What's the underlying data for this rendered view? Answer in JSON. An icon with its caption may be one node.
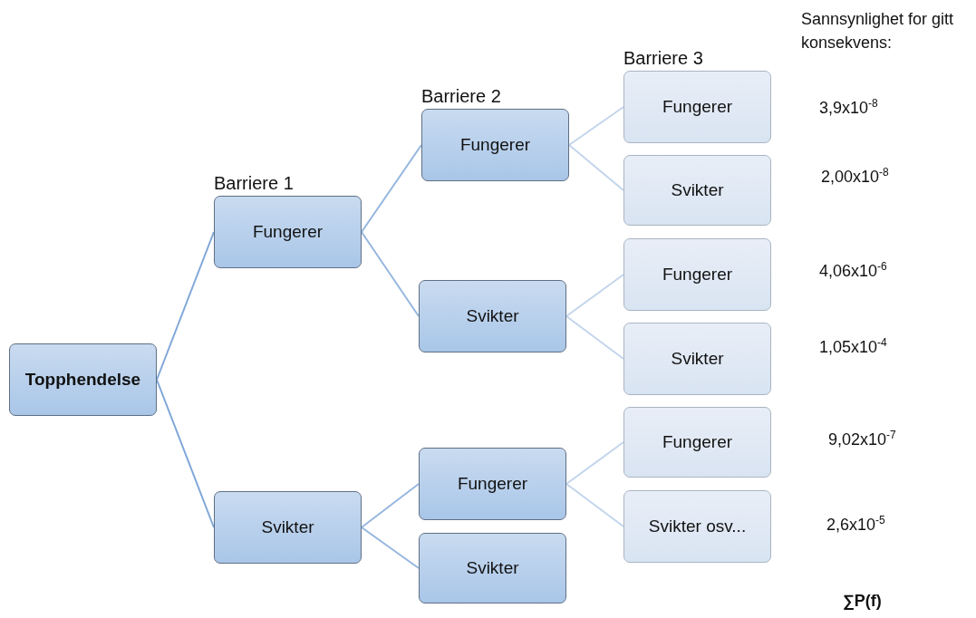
{
  "diagram": {
    "nodes": [
      {
        "text": [
          "Topphendelse"
        ]
      },
      {
        "text": [
          "Barriere 1",
          "Fungerer"
        ]
      },
      {
        "text": [
          "Svikter"
        ]
      },
      {
        "text": [
          "Barriere 2",
          "Fungerer"
        ]
      },
      {
        "text": [
          "Svikter"
        ]
      },
      {
        "text": [
          "Fungerer"
        ]
      },
      {
        "text": [
          "Svikter"
        ]
      },
      {
        "text": [
          "Barriere 3",
          "Fungerer"
        ]
      },
      {
        "text": [
          "Svikter"
        ]
      },
      {
        "text": [
          "Fungerer"
        ]
      },
      {
        "text": [
          "Svikter"
        ]
      },
      {
        "text": [
          "Fungerer"
        ]
      },
      {
        "text": [
          "Svikter osv..."
        ]
      }
    ],
    "edges": [
      {
        "from": 0,
        "to": 1,
        "arrow": "none",
        "color": "#7fa7d8"
      },
      {
        "from": 0,
        "to": 2,
        "arrow": "none",
        "color": "#7fa7d8"
      },
      {
        "from": 1,
        "to": 3,
        "arrow": "none",
        "color": "#95b6df"
      },
      {
        "from": 1,
        "to": 4,
        "arrow": "none",
        "color": "#95b6df"
      },
      {
        "from": 3,
        "to": 7,
        "arrow": "none",
        "color": "#c3d5ec"
      },
      {
        "from": 3,
        "to": 8,
        "arrow": "none",
        "color": "#c3d5ec"
      },
      {
        "from": 4,
        "to": 9,
        "arrow": "none",
        "color": "#c3d5ec"
      },
      {
        "from": 4,
        "to": 10,
        "arrow": "none",
        "color": "#c3d5ec"
      },
      {
        "from": 2,
        "to": 5,
        "arrow": "none",
        "color": "#95b6df"
      },
      {
        "from": 2,
        "to": 6,
        "arrow": "none",
        "color": "#95b6df"
      },
      {
        "from": 5,
        "to": 11,
        "arrow": "none",
        "color": "#c3d5ec"
      },
      {
        "from": 5,
        "to": 12,
        "arrow": "none",
        "color": "#c3d5ec"
      }
    ],
    "labels": [
      "Sannsynlighet for gitt konsekvens:",
      "3,9x10$^{-8}$",
      "2,00x10$^{-8}$",
      "4,06x10$^{-6}$",
      "1,05x10$^{-4}$",
      "9,02x10$^{-7}$",
      "2,6x10$^{-5}$",
      "∑P(f)"
    ]
  }
}
